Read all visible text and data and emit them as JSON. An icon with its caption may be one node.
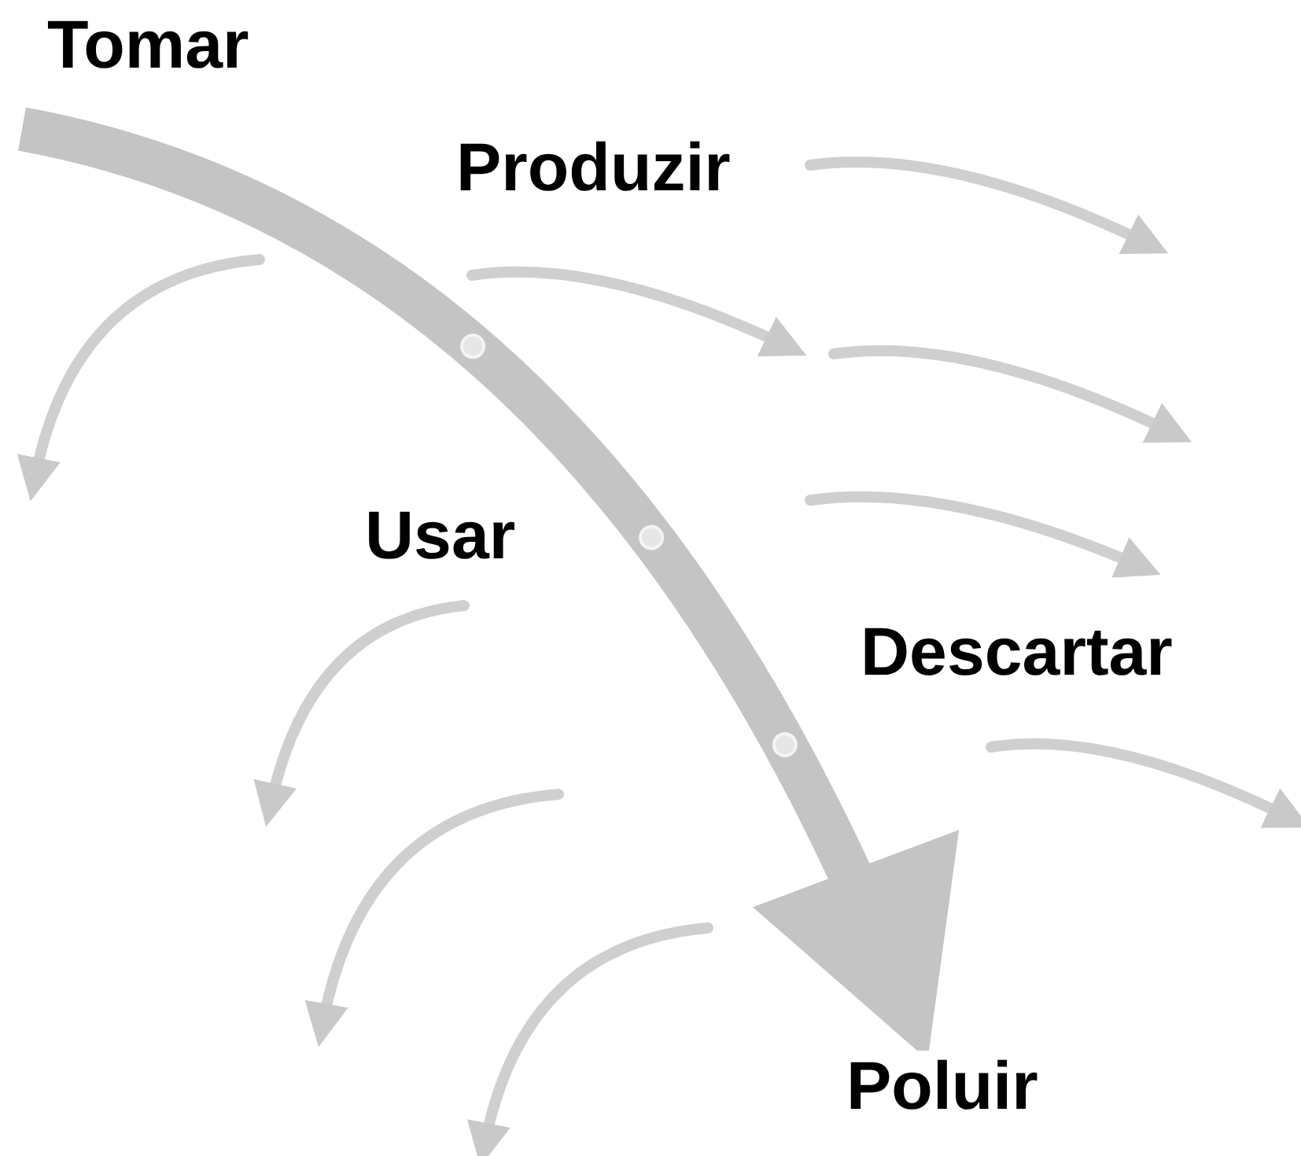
{
  "diagram": {
    "nodes": [
      {
        "text": [
          "Tomar"
        ]
      },
      {
        "text": [
          "Produzir"
        ]
      },
      {
        "text": [
          "Usar"
        ]
      },
      {
        "text": [
          "Descartar"
        ]
      },
      {
        "text": [
          "Poluir"
        ]
      }
    ],
    "edges": [
      {
        "from": 0,
        "to": 4,
        "arrow": "to"
      }
    ]
  }
}
